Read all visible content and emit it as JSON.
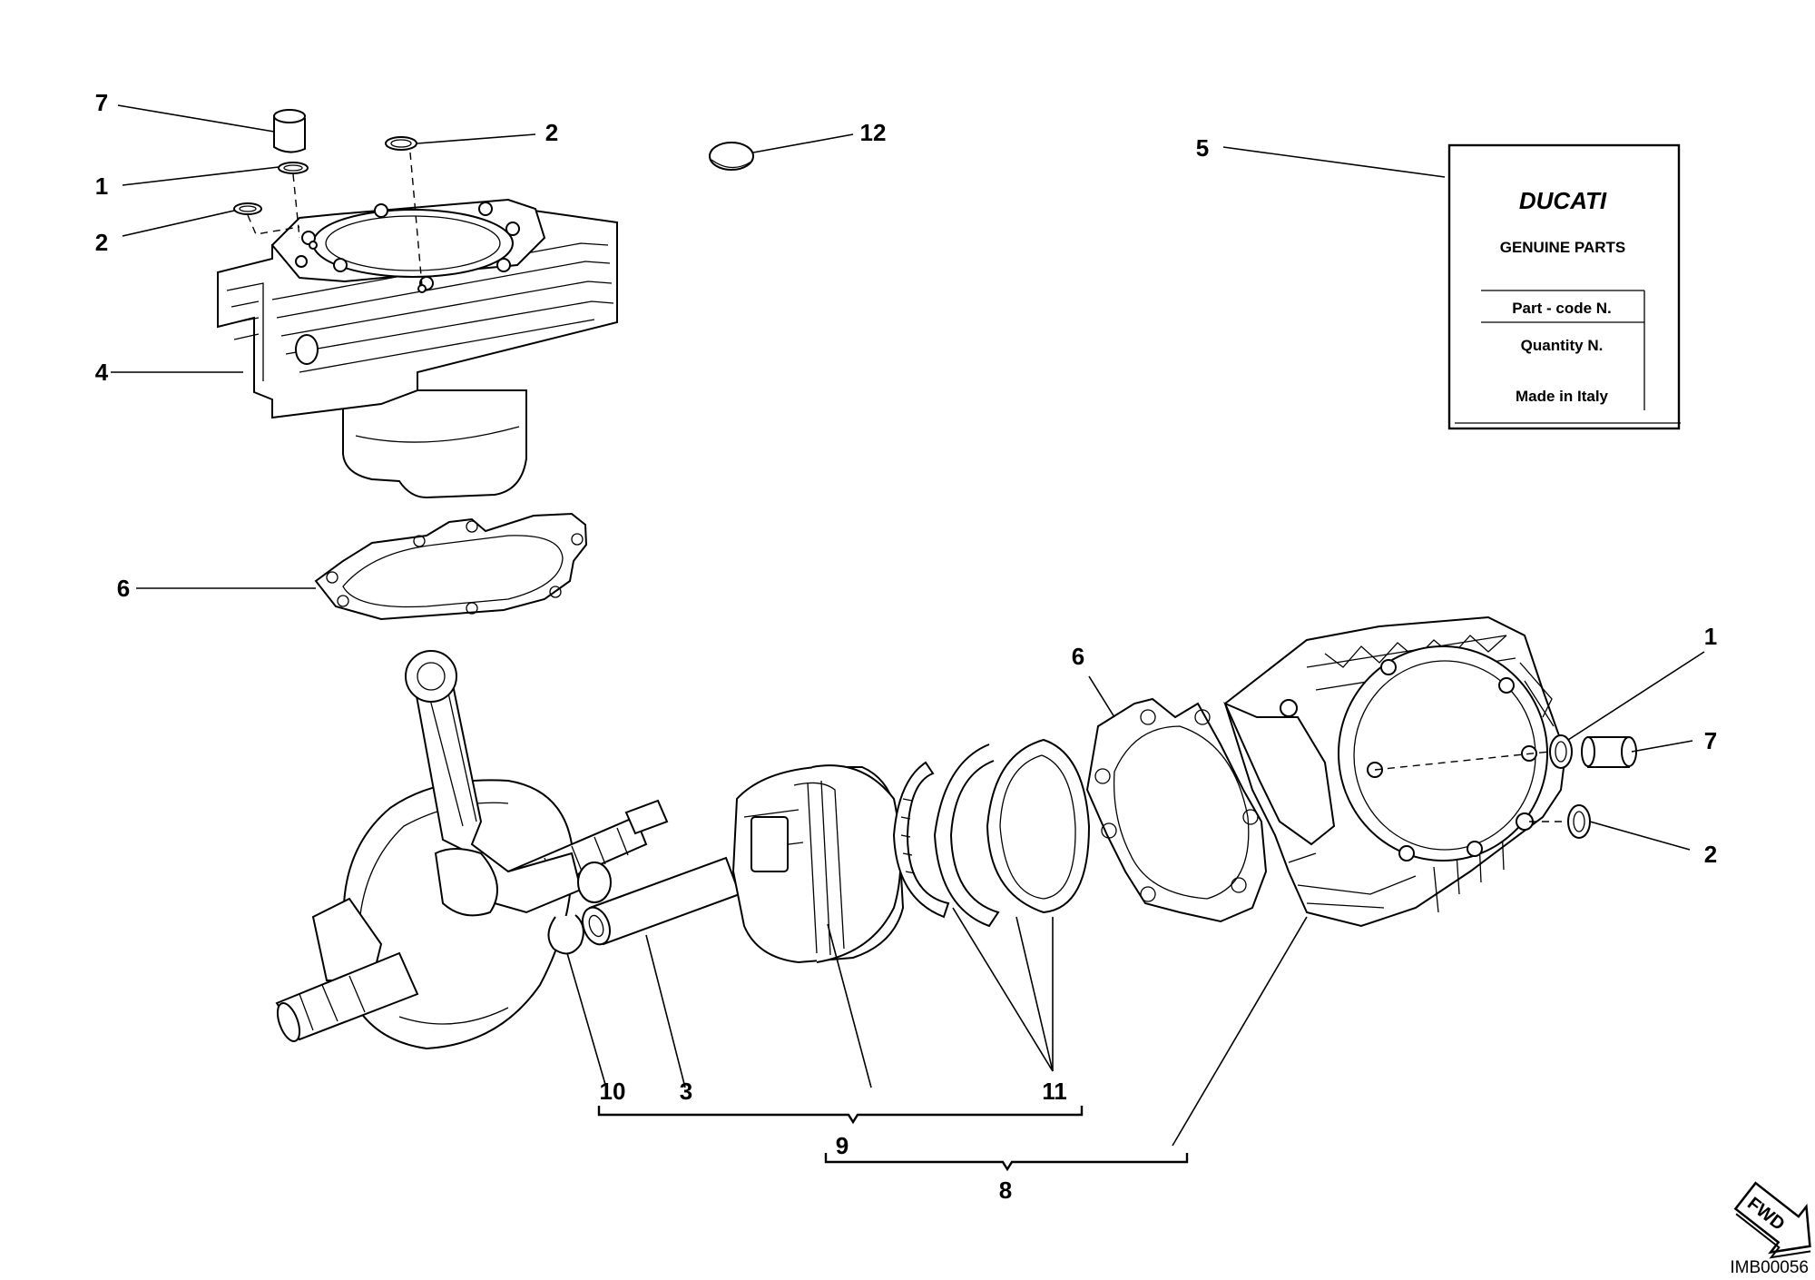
{
  "callouts": {
    "c7_top": "7",
    "c1_top": "1",
    "c2_top_left": "2",
    "c2_top_right": "2",
    "c4": "4",
    "c6_top": "6",
    "c12": "12",
    "c5": "5",
    "c6_mid": "6",
    "c1_right": "1",
    "c7_right": "7",
    "c2_right": "2",
    "c10": "10",
    "c3": "3",
    "c11": "11",
    "c9": "9",
    "c8": "8"
  },
  "label_card": {
    "brand": "DUCATI",
    "genuine": "GENUINE PARTS",
    "part_code": "Part - code N.",
    "quantity": "Quantity N.",
    "made_in": "Made in Italy"
  },
  "fwd_arrow": {
    "text": "FWD"
  },
  "image_code": "IMB00056"
}
